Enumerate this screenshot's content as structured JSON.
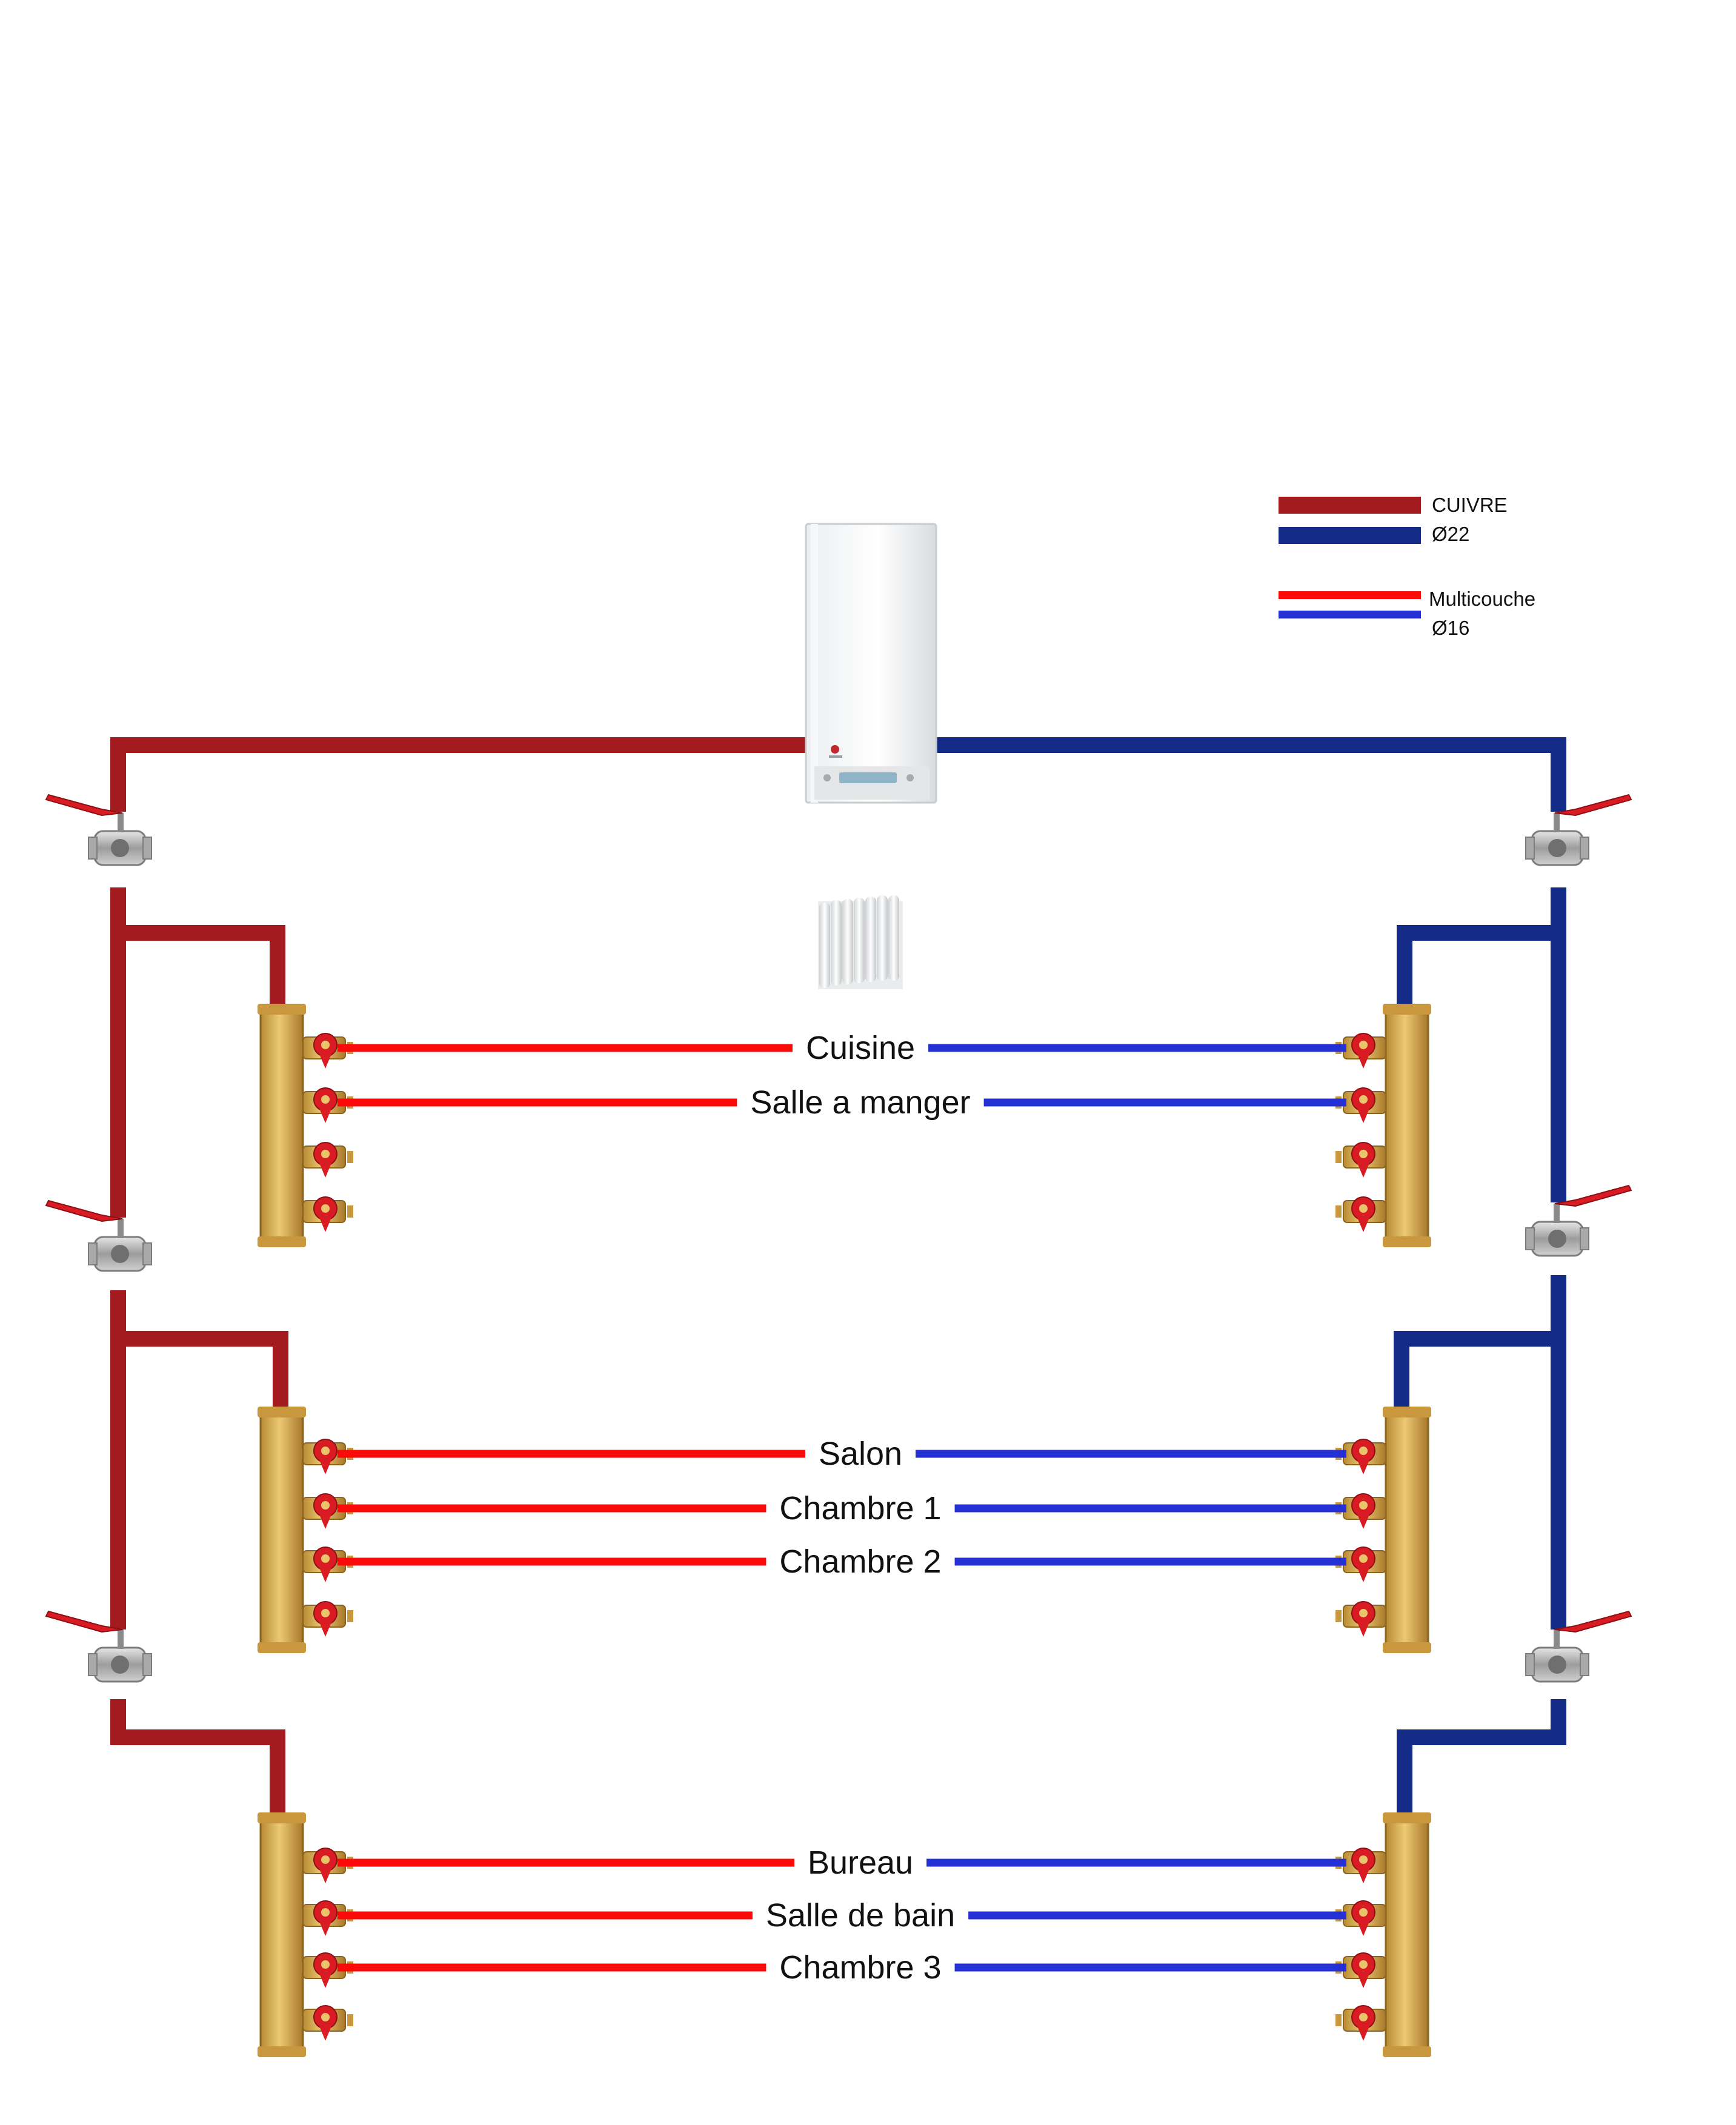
{
  "legend": {
    "copper_label": "CUIVRE",
    "copper_diameter": "Ø22",
    "multilayer_label": "Multicouche",
    "multilayer_diameter": "Ø16"
  },
  "colors": {
    "copper_supply": "#a31b1f",
    "copper_return": "#142c87",
    "multilayer_supply": "#fb0a0a",
    "multilayer_return": "#2430d4",
    "brass": "#d8ad52",
    "valve_handle": "#d91c24"
  },
  "icons": {
    "boiler": "wall-boiler-icon",
    "radiator": "radiator-icon",
    "valve": "ball-valve-icon",
    "manifold": "brass-manifold-icon"
  },
  "manifolds": [
    {
      "rooms": [
        "Cuisine",
        "Salle a manger"
      ]
    },
    {
      "rooms": [
        "Salon",
        "Chambre 1",
        "Chambre 2"
      ]
    },
    {
      "rooms": [
        "Bureau",
        "Salle de bain",
        "Chambre 3"
      ]
    }
  ]
}
